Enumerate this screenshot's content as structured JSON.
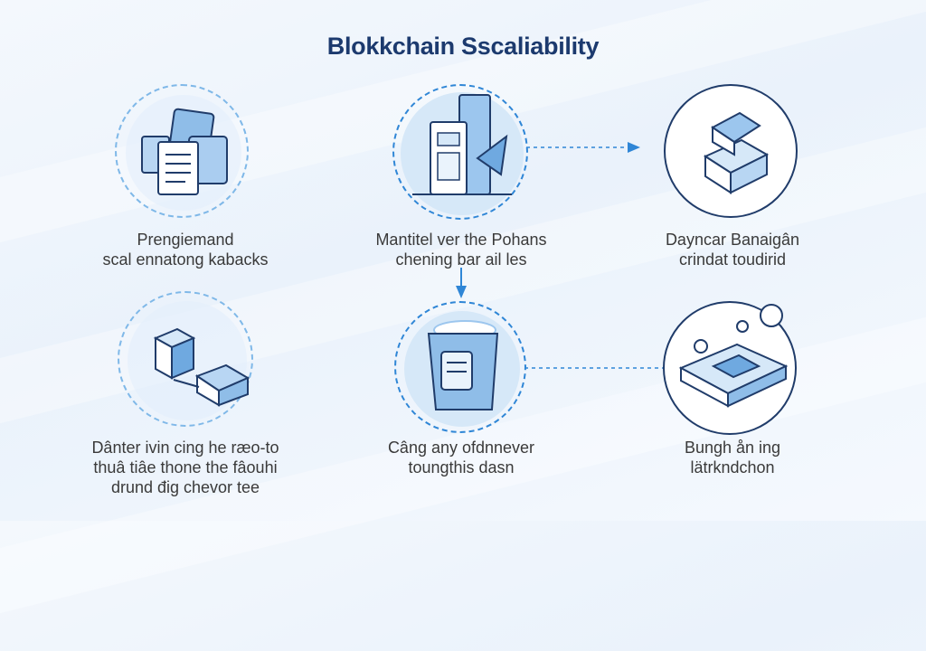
{
  "title": "Blokkchain Sscaliability",
  "nodes": [
    {
      "id": "n1",
      "icon": "documents-stack-icon",
      "lines": [
        "Prengiemand",
        "scal ennatong kabacks"
      ]
    },
    {
      "id": "n2",
      "icon": "server-tower-icon",
      "lines": [
        "Mantitel ver the Pohans",
        "chening bar ail les"
      ]
    },
    {
      "id": "n3",
      "icon": "boxes-icon",
      "lines": [
        "Dayncar Banaigân",
        "crindat toudirid"
      ]
    },
    {
      "id": "n4",
      "icon": "linked-blocks-icon",
      "lines": [
        "Dânter ivin cing he ræo-to",
        "thuâ tiâe thone the fâouhi",
        "drund đig chevor tee"
      ]
    },
    {
      "id": "n5",
      "icon": "storage-bin-icon",
      "lines": [
        "Câng any ofdnnever",
        "toungthis dasn"
      ]
    },
    {
      "id": "n6",
      "icon": "tray-icon",
      "lines": [
        "Bungh ån ing",
        "lätrkndchon"
      ]
    }
  ],
  "colors": {
    "title": "#1c3a6e",
    "accent": "#2f86d6",
    "ring": "#7fb8e8",
    "text": "#3a3a3a"
  }
}
